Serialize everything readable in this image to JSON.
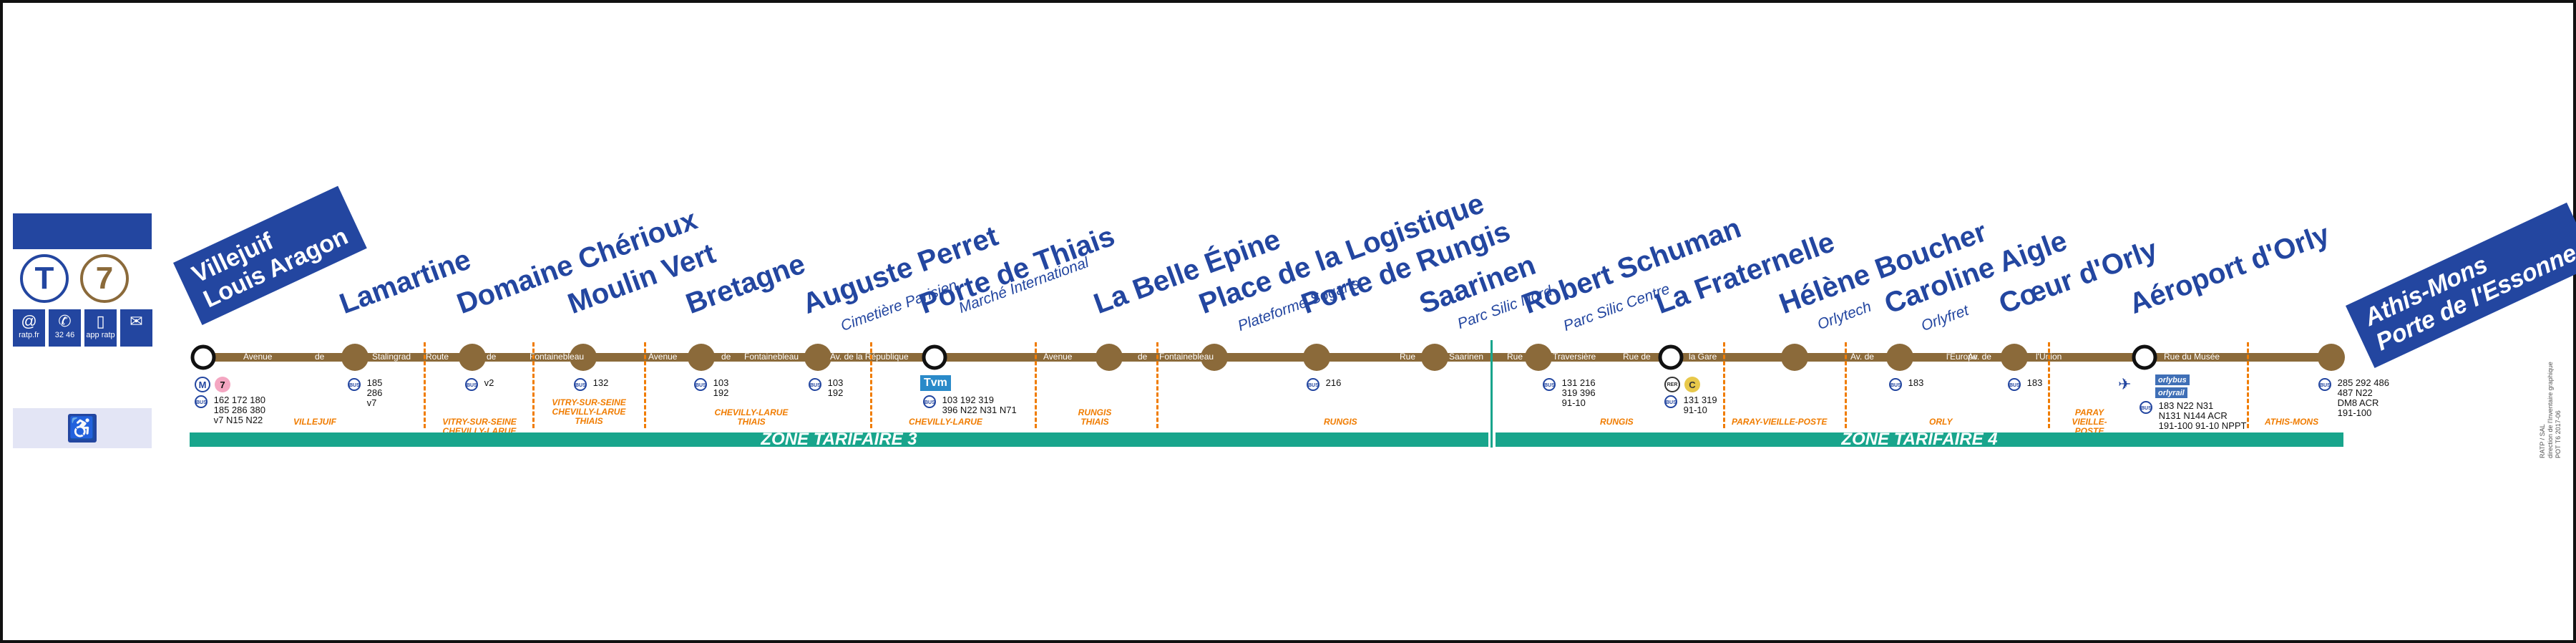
{
  "colors": {
    "line": "#8b6a3a",
    "blue": "#2346a0",
    "zone": "#18a58c",
    "commune": "#f07c00"
  },
  "header": {
    "tram_logo": "T",
    "line_number": "7",
    "services": [
      {
        "icon": "at-icon",
        "glyph": "@",
        "label": "ratp.fr"
      },
      {
        "icon": "phone-icon",
        "glyph": "✆",
        "label": "32 46"
      },
      {
        "icon": "mobile-icon",
        "glyph": "▯",
        "label": "app ratp"
      },
      {
        "icon": "mail-icon",
        "glyph": "✉",
        "label": ""
      }
    ],
    "accessibility_glyph": "♿"
  },
  "termini": {
    "west": [
      "Villejuif",
      "Louis Aragon"
    ],
    "east": [
      "Athis-Mons",
      "Porte de l'Essonne"
    ]
  },
  "stations": [
    {
      "name": "Lamartine",
      "sub": ""
    },
    {
      "name": "Domaine Chérioux",
      "sub": ""
    },
    {
      "name": "Moulin Vert",
      "sub": ""
    },
    {
      "name": "Bretagne",
      "sub": ""
    },
    {
      "name": "Auguste Perret",
      "sub": "Cimetière Parisien"
    },
    {
      "name": "Porte de Thiais",
      "sub": "Marché International"
    },
    {
      "name": "La Belle Épine",
      "sub": ""
    },
    {
      "name": "Place de la Logistique",
      "sub": "Plateforme Sogaris"
    },
    {
      "name": "Porte de Rungis",
      "sub": ""
    },
    {
      "name": "Saarinen",
      "sub": "Parc Silic Nord"
    },
    {
      "name": "Robert Schuman",
      "sub": "Parc Silic Centre"
    },
    {
      "name": "La Fraternelle",
      "sub": ""
    },
    {
      "name": "Hélène Boucher",
      "sub": "Orlytech"
    },
    {
      "name": "Caroline Aigle",
      "sub": "Orlyfret"
    },
    {
      "name": "Cœur d'Orly",
      "sub": ""
    },
    {
      "name": "Aéroport d'Orly",
      "sub": ""
    }
  ],
  "streets": [
    "Avenue",
    "de",
    "Stalingrad",
    "Route",
    "de",
    "Fontainebleau",
    "Avenue",
    "de",
    "Fontainebleau",
    "Av. de la République",
    "Avenue",
    "de",
    "Fontainebleau",
    "Rue",
    "Saarinen",
    "Rue",
    "Traversière",
    "Rue de",
    "la Gare",
    "Av. de",
    "l'Europe",
    "Av. de",
    "l'Union",
    "Rue du Musée"
  ],
  "communes": [
    "VILLEJUIF",
    "VITRY-SUR-SEINE CHEVILLY-LARUE",
    "VITRY-SUR-SEINE CHEVILLY-LARUE THIAIS",
    "CHEVILLY-LARUE THIAIS",
    "CHEVILLY-LARUE",
    "RUNGIS THIAIS",
    "RUNGIS",
    "RUNGIS",
    "PARAY-VIEILLE-POSTE",
    "ORLY",
    "PARAY VIEILLE-POSTE",
    "ATHIS-MONS"
  ],
  "zones": [
    "ZONE TARIFAIRE 3",
    "ZONE TARIFAIRE 4"
  ],
  "connections": {
    "bus_badge": "BUS",
    "metro_badge": "M",
    "metro_line": "7",
    "tvm_badge": "Tvm",
    "rer_badge": "RER",
    "rer_line": "C",
    "orlybus": "orlybus",
    "orlyrail": "orlyrail",
    "villejuif": "162 172 180\n185 286 380\nv7 N15 N22",
    "lamartine": "185\n286\nv7",
    "domaine": "v2",
    "moulin": "132",
    "bretagne": "103\n192",
    "auguste": "103\n192",
    "thiais": "103 192 319\n396 N22 N31 N71",
    "rungis": "216",
    "robert": "131 216\n319 396\n91-10",
    "fraternelle": "131 319\n91-10",
    "caroline": "183",
    "coeur": "183",
    "aeroport": "183 N22 N31\nN131 N144 ACR\n191-100 91-10 NPPT",
    "athis": "285 292 486\n487 N22\nDM8 ACR\n191-100"
  },
  "footer_note": [
    "RATP / SAL",
    "direction de l'Inventaire graphique",
    "POT T6 2017-06"
  ]
}
